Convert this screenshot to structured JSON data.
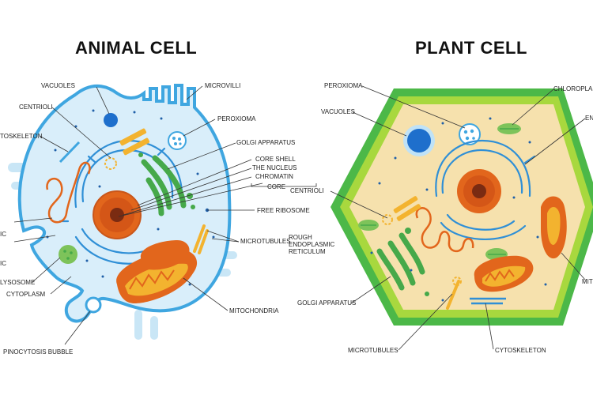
{
  "animal": {
    "title": "ANIMAL CELL",
    "labels": {
      "vacuoles": "VACUOLES",
      "centrioli": "CENTRIOLI",
      "cytoskeleton": "TOSKELETON",
      "ic1": "IC",
      "ic2": "IC",
      "lysosome": "LYSOSOME",
      "cytoplasm": "CYTOPLASM",
      "pinocytosis": "PINOCYTOSIS BUBBLE",
      "microvilli": "MICROVILLI",
      "peroxioma": "PEROXIOMA",
      "golgi": "GOLGI APPARATUS",
      "core_shell": "CORE SHELL",
      "nucleus": "THE NUCLEUS",
      "chromatin": "CHROMATIN",
      "core": "CORE",
      "free_ribosome": "FREE RIBOSOME",
      "microtubules": "MICROTUBULES",
      "rough_er": "ROUGH",
      "rough_er2": "ENDOPLASMIC",
      "rough_er3": "RETICULUM",
      "mitochondria": "MITOCHONDRIA"
    }
  },
  "plant": {
    "title": "PLANT CELL",
    "labels": {
      "peroxioma": "PEROXIOMA",
      "vacuoles": "VACUOLES",
      "centrioli": "CENTRIOLI",
      "golgi": "GOLGI APPARATUS",
      "microtubules": "MICROTUBULES",
      "chloroplast": "CHLOROPLAST",
      "en": "EN",
      "mit": "MIT",
      "cytoskeleton": "CYTOSKELETON"
    }
  },
  "colors": {
    "animal_membrane": "#3fa6e0",
    "animal_fill": "#d9eefa",
    "plant_wall_outer": "#4cb848",
    "plant_wall_inner": "#a8d83e",
    "plant_fill": "#f6e1ad",
    "nucleus": "#e2661c",
    "nucleolus": "#7a2b12",
    "er": "#2f8fd6",
    "mitochondria": "#e2661c",
    "golgi": "#46a94a",
    "vacuole": "#1e6fcc",
    "chloroplast": "#7dc35a",
    "centriole": "#f3b32f"
  }
}
